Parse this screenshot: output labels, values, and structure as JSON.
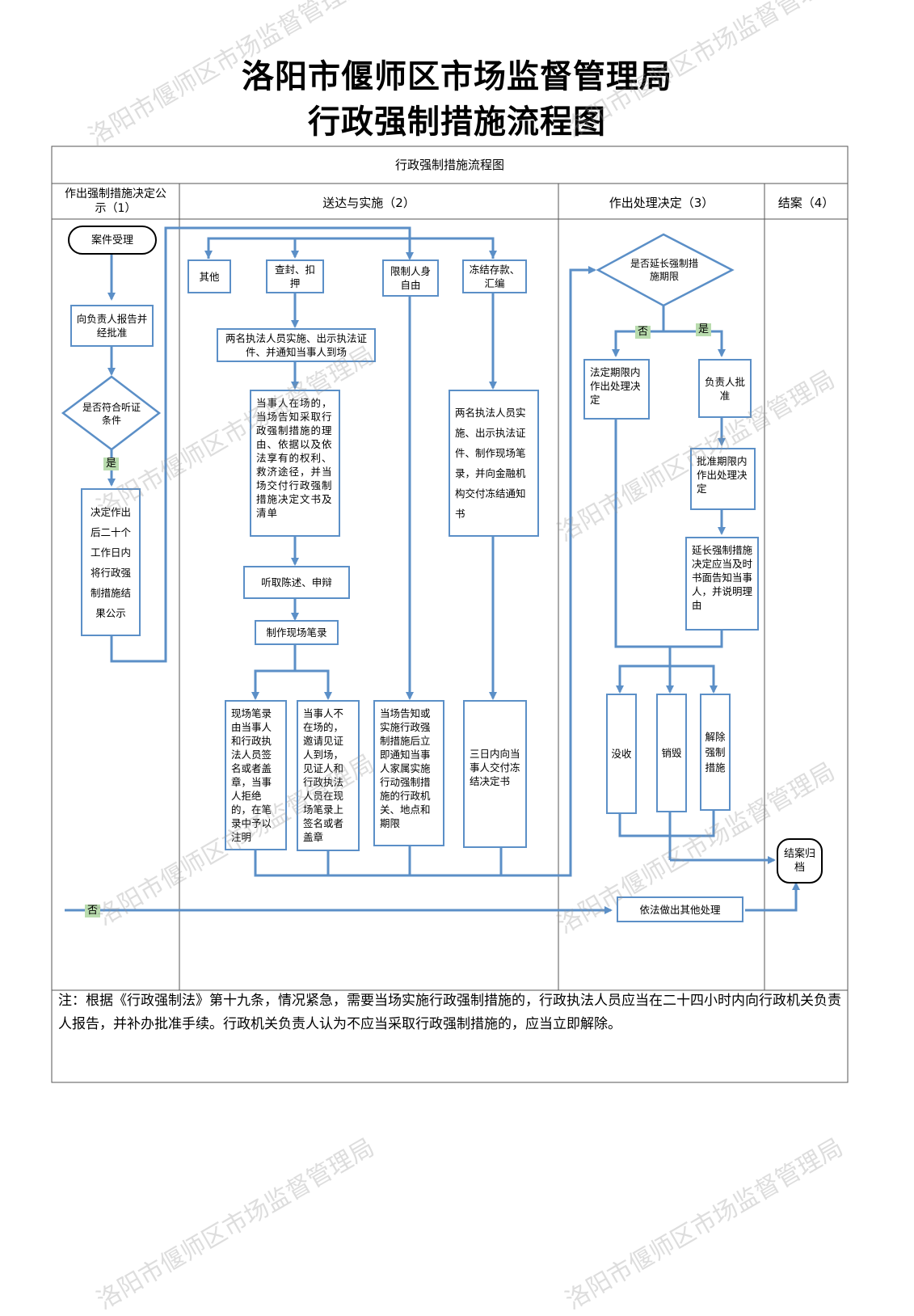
{
  "title_line1": "洛阳市偃师区市场监督管理局",
  "title_line2": "行政强制措施流程图",
  "watermark": "洛阳市偃师区市场监督管理局",
  "table_header": "行政强制措施流程图",
  "columns": {
    "c1": "作出强制措施决定公示（1）",
    "c2": "送达与实施（2）",
    "c3": "作出处理决定（3）",
    "c4": "结案（4）"
  },
  "nodes": {
    "case_accept": "案件受理",
    "report": "向负责人报告并经批准",
    "hearing_q": "是否符合听证条件",
    "publish": "决定作出后二十个工作日内将行政强制措施结果公示",
    "other": "其他",
    "seal": "查封、扣押",
    "restrict": "限制人身自由",
    "freeze": "冻结存款、汇编",
    "two_officers": "两名执法人员实施、出示执法证件、并通知当事人到场",
    "present_notice": "当事人在场的，当场告知采取行政强制措施的理由、依据以及依法享有的权利、救济途径，并当场交付行政强制措施决定文书及清单",
    "listen": "听取陈述、申辩",
    "record": "制作现场笔录",
    "sign": "现场笔录由当事人和行政执法人员签名或者盖章，当事人拒绝的，在笔录中予以注明",
    "absent": "当事人不在场的，邀请见证人到场，见证人和行政执法人员在现场笔录上签名或者盖章",
    "notify_family": "当场告知或实施行政强制措施后立即通知当事人家属实施行动强制措施的行政机关、地点和期限",
    "freeze_officers": "两名执法人员实施、出示执法证件、制作现场笔录，并向金融机构交付冻结通知书",
    "three_days": "三日内向当事人交付冻结决定书",
    "extend_q": "是否延长强制措施期限",
    "legal_term": "法定期限内作出处理决定",
    "leader": "负责人批准",
    "approved_term": "批准期限内作出处理决定",
    "extend_notice": "延长强制措施决定应当及时书面告知当事人，并说明理由",
    "confiscate": "没收",
    "destroy": "销毁",
    "release": "解除强制措施",
    "close": "结案归档",
    "other_handle": "依法做出其他处理"
  },
  "tags": {
    "yes1": "是",
    "no1": "否",
    "no2": "否",
    "yes2": "是"
  },
  "note": "注：根据《行政强制法》第十九条，情况紧急，需要当场实施行政强制措施的，行政执法人员应当在二十四小时内向行政机关负责人报告，并补办批准手续。行政机关负责人认为不应当采取行政强制措施的，应当立即解除。",
  "colors": {
    "line": "#5b8fc7",
    "border": "#5b8fc7",
    "tag": "#b9dcae"
  }
}
